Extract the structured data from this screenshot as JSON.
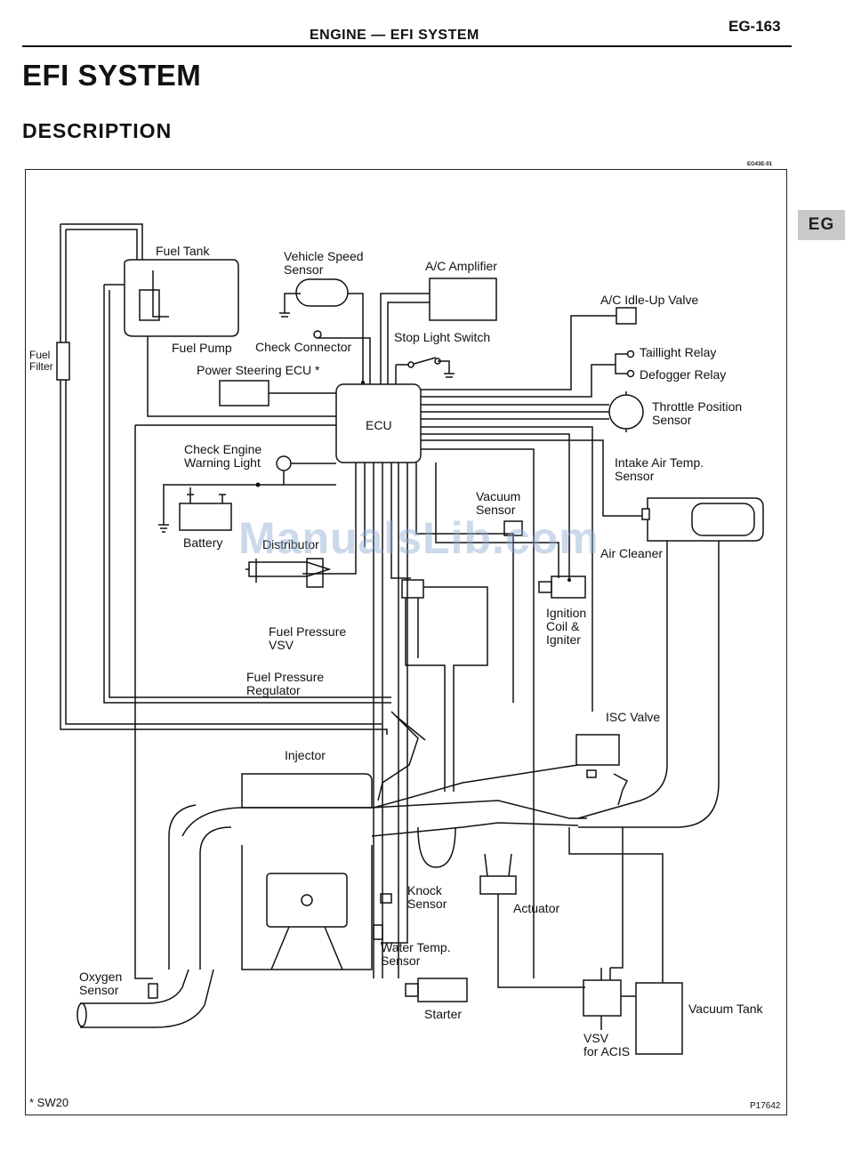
{
  "header": {
    "running_title": "ENGINE — EFI SYSTEM",
    "page_number": "EG-163",
    "section_tab": "EG"
  },
  "page": {
    "title": "EFI SYSTEM",
    "subtitle": "DESCRIPTION"
  },
  "figure": {
    "ref_code": "EG43E-01",
    "figure_id": "P17642",
    "footnote": "* SW20",
    "watermark": "ManualsLib.com",
    "labels": {
      "fuel_tank": "Fuel Tank",
      "fuel_pump": "Fuel Pump",
      "fuel_filter": "Fuel\nFilter",
      "vehicle_speed_sensor": "Vehicle Speed\nSensor",
      "ac_amplifier": "A/C Amplifier",
      "ac_idle_up_valve": "A/C Idle-Up Valve",
      "check_connector": "Check Connector",
      "stop_light_switch": "Stop Light Switch",
      "power_steering_ecu": "Power Steering ECU *",
      "taillight_relay": "Taillight Relay",
      "defogger_relay": "Defogger Relay",
      "ecu": "ECU",
      "throttle_position_sensor": "Throttle Position\nSensor",
      "check_engine_warning_light": "Check Engine\nWarning Light",
      "intake_air_temp_sensor": "Intake Air Temp.\nSensor",
      "vacuum_sensor": "Vacuum\nSensor",
      "battery": "Battery",
      "distributor": "Distributor",
      "air_cleaner": "Air Cleaner",
      "fuel_pressure_vsv": "Fuel Pressure\nVSV",
      "ignition_coil_igniter": "Ignition\nCoil &\nIgniter",
      "fuel_pressure_regulator": "Fuel Pressure\nRegulator",
      "isc_valve": "ISC Valve",
      "injector": "Injector",
      "knock_sensor": "Knock\nSensor",
      "actuator": "Actuator",
      "water_temp_sensor": "Water Temp.\nSensor",
      "oxygen_sensor": "Oxygen\nSensor",
      "starter": "Starter",
      "vacuum_tank": "Vacuum Tank",
      "vsv_for_acis": "VSV\nfor ACIS"
    }
  }
}
